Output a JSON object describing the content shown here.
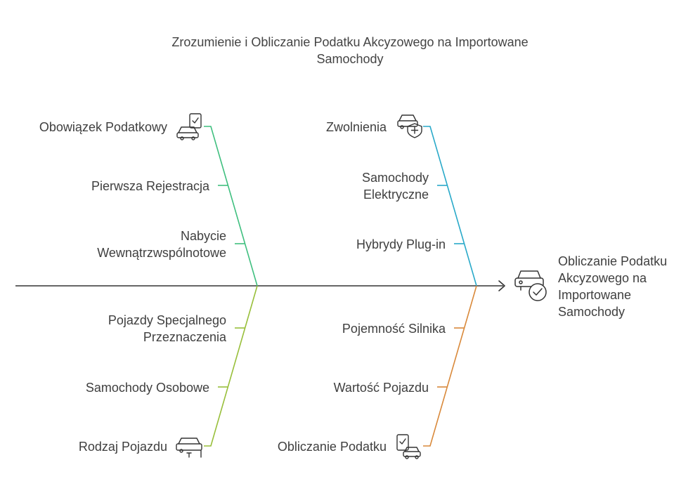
{
  "title": {
    "line1": "Zrozumienie i Obliczanie Podatku Akcyzowego na Importowane",
    "line2": "Samochody"
  },
  "effect": {
    "line1": "Obliczanie Podatku",
    "line2": "Akcyzowego na",
    "line3": "Importowane",
    "line4": "Samochody",
    "icon": "car-check-icon"
  },
  "branches": {
    "tax_obligation": {
      "color": "#3fbf7f",
      "head": "Obowiązek Podatkowy",
      "icon": "car-document-icon",
      "cause1": "Pierwsza Rejestracja",
      "cause2_line1": "Nabycie",
      "cause2_line2": "Wewnątrzwspólnotowe"
    },
    "exemptions": {
      "color": "#29a9c9",
      "head": "Zwolnienia",
      "icon": "car-shield-icon",
      "cause1_line1": "Samochody",
      "cause1_line2": "Elektryczne",
      "cause2": "Hybrydy Plug-in"
    },
    "vehicle_type": {
      "color": "#98bf3a",
      "head": "Rodzaj Pojazdu",
      "icon": "car-tools-icon",
      "cause1_line1": "Pojazdy Specjalnego",
      "cause1_line2": "Przeznaczenia",
      "cause2": "Samochody Osobowe"
    },
    "tax_calculation": {
      "color": "#d9893a",
      "head": "Obliczanie Podatku",
      "icon": "calculator-car-icon",
      "cause1": "Pojemność Silnika",
      "cause2": "Wartość Pojazdu"
    }
  }
}
